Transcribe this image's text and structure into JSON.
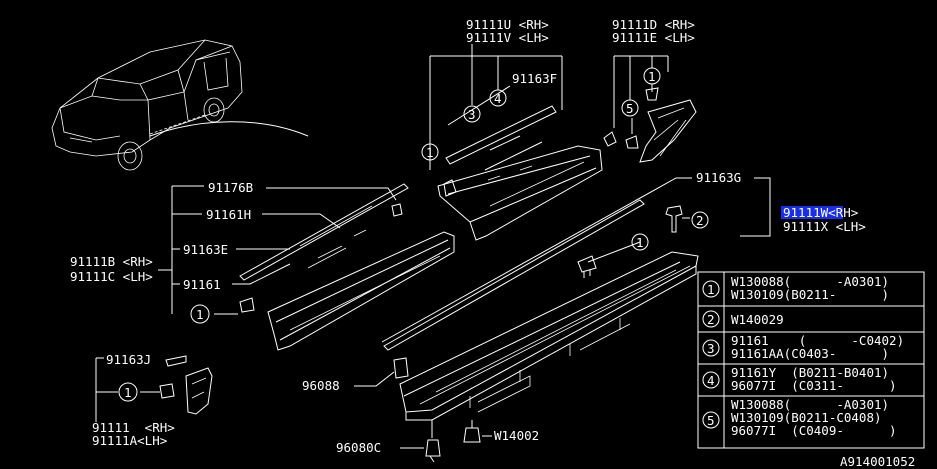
{
  "diagram": {
    "figure_id": "A914001052",
    "labels": {
      "p91111U": "91111U <RH>",
      "p91111V": "91111V <LH>",
      "p91111D": "91111D <RH>",
      "p91111E": "91111E <LH>",
      "p91163F": "91163F",
      "p91163G": "91163G",
      "p91111W": "91111W<RH>",
      "p91111X": "91111X <LH>",
      "p91176B": "91176B",
      "p91161H": "91161H",
      "p91163E": "91163E",
      "p91111B": "91111B <RH>",
      "p91111C": "91111C <LH>",
      "p91161": "91161",
      "p91163J": "91163J",
      "p91111": "91111  <RH>",
      "p91111A": "91111A<LH>",
      "p96088": "96088",
      "p96080C": "96080C",
      "pW14002": "W14002"
    },
    "callouts": [
      "1",
      "2",
      "3",
      "4",
      "5"
    ],
    "table": [
      {
        "num": "1",
        "lines": [
          "W130088(      -A0301)",
          "W130109(B0211-      )"
        ]
      },
      {
        "num": "2",
        "lines": [
          "W140029"
        ]
      },
      {
        "num": "3",
        "lines": [
          "91161    (      -C0402)",
          "91161AA(C0403-      )"
        ]
      },
      {
        "num": "4",
        "lines": [
          "91161Y  (B0211-B0401)",
          "96077I  (C0311-      )"
        ]
      },
      {
        "num": "5",
        "lines": [
          "W130088(      -A0301)",
          "W130109(B0211-C0408)",
          "96077I  (C0409-      )"
        ]
      }
    ]
  }
}
